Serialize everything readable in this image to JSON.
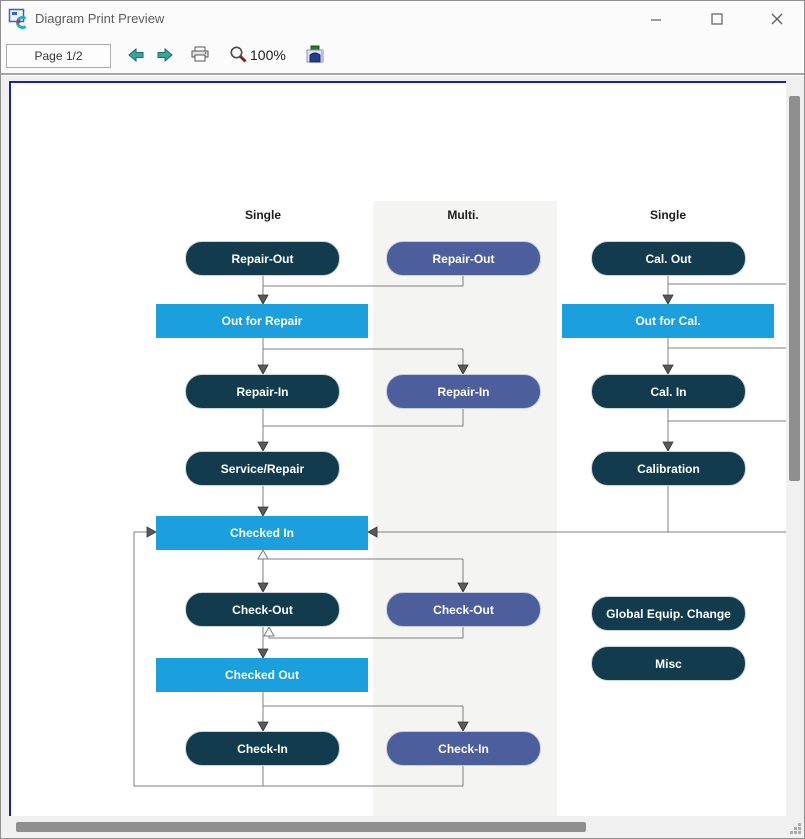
{
  "window": {
    "title": "Diagram Print Preview",
    "controls": {
      "minimize": "minimize",
      "maximize": "maximize",
      "close": "close"
    }
  },
  "toolbar": {
    "page_indicator": "Page 1/2",
    "zoom_level": "100%",
    "icons": [
      "previous-page",
      "next-page",
      "print",
      "zoom",
      "close-preview"
    ]
  },
  "colors": {
    "node_dark": "#123c4e",
    "node_multi": "#4d5e9c",
    "node_bar": "#1b9fdd",
    "multi_band": "#f4f4f3",
    "page_border": "#20209a",
    "line": "#7f7f7f",
    "toolbar_arrow": "#35a79f"
  },
  "diagram": {
    "columns": [
      {
        "label": "Single"
      },
      {
        "label": "Multi."
      },
      {
        "label": "Single"
      }
    ],
    "nodes": [
      {
        "label": "Repair-Out",
        "style": "dark"
      },
      {
        "label": "Repair-Out",
        "style": "multi"
      },
      {
        "label": "Cal. Out",
        "style": "dark"
      },
      {
        "label": "Out for Repair",
        "style": "bar"
      },
      {
        "label": "Out for Cal.",
        "style": "bar"
      },
      {
        "label": "Repair-In",
        "style": "dark"
      },
      {
        "label": "Repair-In",
        "style": "multi"
      },
      {
        "label": "Cal. In",
        "style": "dark"
      },
      {
        "label": "Service/Repair",
        "style": "dark"
      },
      {
        "label": "Calibration",
        "style": "dark"
      },
      {
        "label": "Checked In",
        "style": "bar"
      },
      {
        "label": "Check-Out",
        "style": "dark"
      },
      {
        "label": "Check-Out",
        "style": "multi"
      },
      {
        "label": "Global Equip. Change",
        "style": "dark"
      },
      {
        "label": "Misc",
        "style": "dark"
      },
      {
        "label": "Checked Out",
        "style": "bar"
      },
      {
        "label": "Check-In",
        "style": "dark"
      },
      {
        "label": "Check-In",
        "style": "multi"
      }
    ]
  }
}
